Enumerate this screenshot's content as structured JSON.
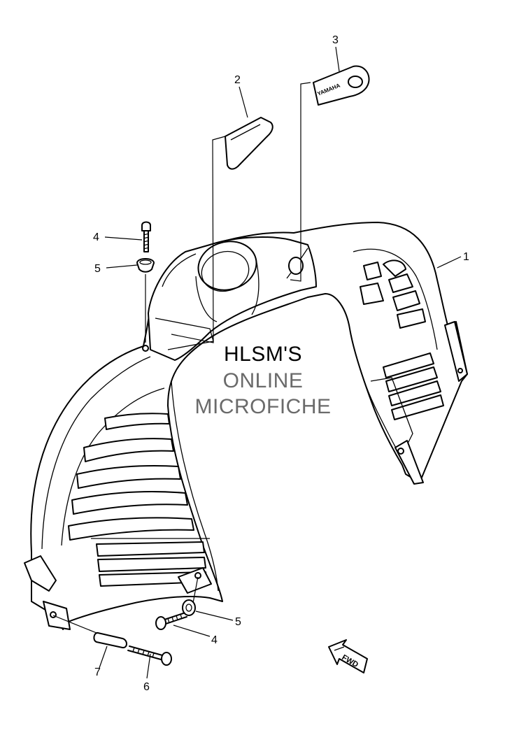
{
  "watermark": {
    "line1": "HLSM'S",
    "line2": "ONLINE",
    "line3": "MICROFICHE"
  },
  "callouts": {
    "c1": "1",
    "c2": "2",
    "c3": "3",
    "c4_top": "4",
    "c5_top": "5",
    "c4_bottom": "4",
    "c5_bottom": "5",
    "c6": "6",
    "c7": "7"
  },
  "labels": {
    "badge_text": "YAMAHA",
    "fwd_arrow": "FWD"
  }
}
